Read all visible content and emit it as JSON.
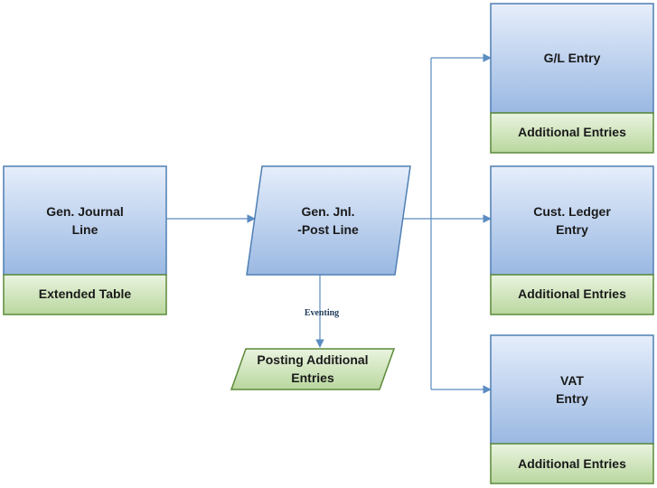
{
  "nodes": {
    "gen_journal_line": {
      "line1": "Gen. Journal",
      "line2": "Line"
    },
    "extended_table": {
      "label": "Extended Table"
    },
    "gen_jnl_post_line": {
      "line1": "Gen. Jnl.",
      "line2": "-Post Line"
    },
    "eventing": {
      "label": "Eventing"
    },
    "posting_additional": {
      "line1": "Posting Additional",
      "line2": "Entries"
    },
    "gl_entry": {
      "line1": "G/L Entry"
    },
    "gl_additional": {
      "label": "Additional Entries"
    },
    "cust_ledger_entry": {
      "line1": "Cust. Ledger",
      "line2": "Entry"
    },
    "cust_additional": {
      "label": "Additional Entries"
    },
    "vat_entry": {
      "line1": "VAT",
      "line2": "Entry"
    },
    "vat_additional": {
      "label": "Additional Entries"
    }
  },
  "colors": {
    "blue_fill_top": "#e6eefb",
    "blue_fill_bottom": "#9ab8e2",
    "blue_stroke": "#4f7fb3",
    "green_fill_top": "#eaf4e0",
    "green_fill_bottom": "#b9d79e",
    "green_stroke": "#5b8a3a",
    "connector": "#5b8cc2"
  }
}
